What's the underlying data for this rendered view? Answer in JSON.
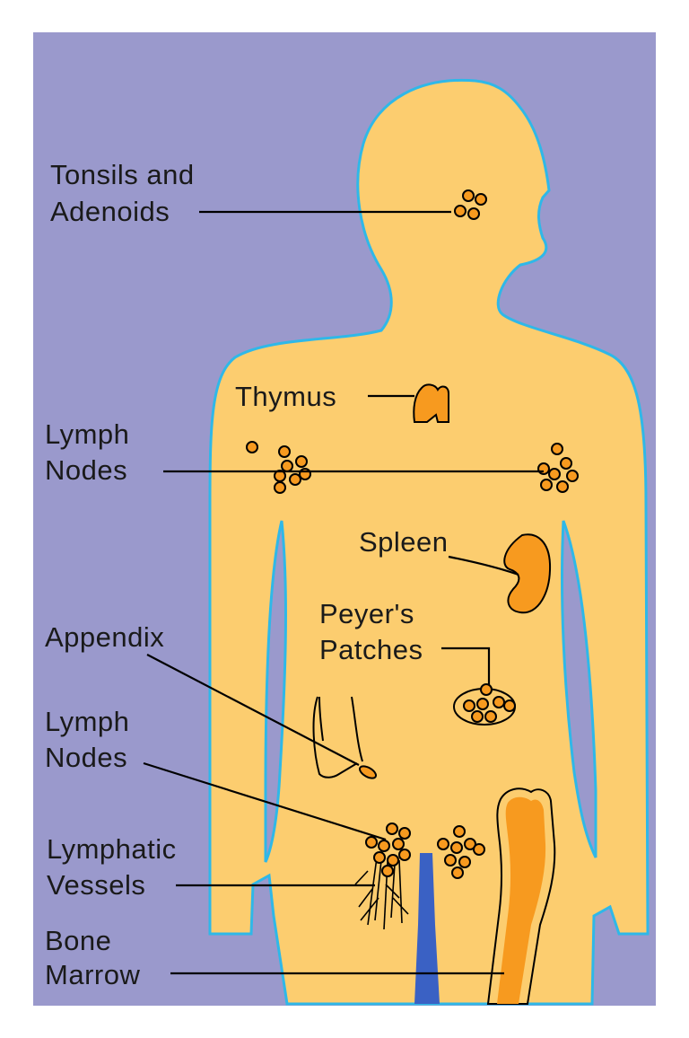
{
  "colors": {
    "background": "#9a99cc",
    "body": "#fccd6f",
    "outline": "#2fb8e8",
    "organ": "#f79a1f",
    "vessel": "#3a61c4",
    "line": "#000000"
  },
  "labels": {
    "tonsils_line1": "Tonsils and",
    "tonsils_line2": "Adenoids",
    "thymus": "Thymus",
    "lymph_nodes_upper_line1": "Lymph",
    "lymph_nodes_upper_line2": "Nodes",
    "spleen": "Spleen",
    "peyers_line1": "Peyer's",
    "peyers_line2": "Patches",
    "appendix": "Appendix",
    "lymph_nodes_lower_line1": "Lymph",
    "lymph_nodes_lower_line2": "Nodes",
    "lymphatic_line1": "Lymphatic",
    "lymphatic_line2": "Vessels",
    "bone_marrow_line1": "Bone",
    "bone_marrow_line2": "Marrow"
  }
}
